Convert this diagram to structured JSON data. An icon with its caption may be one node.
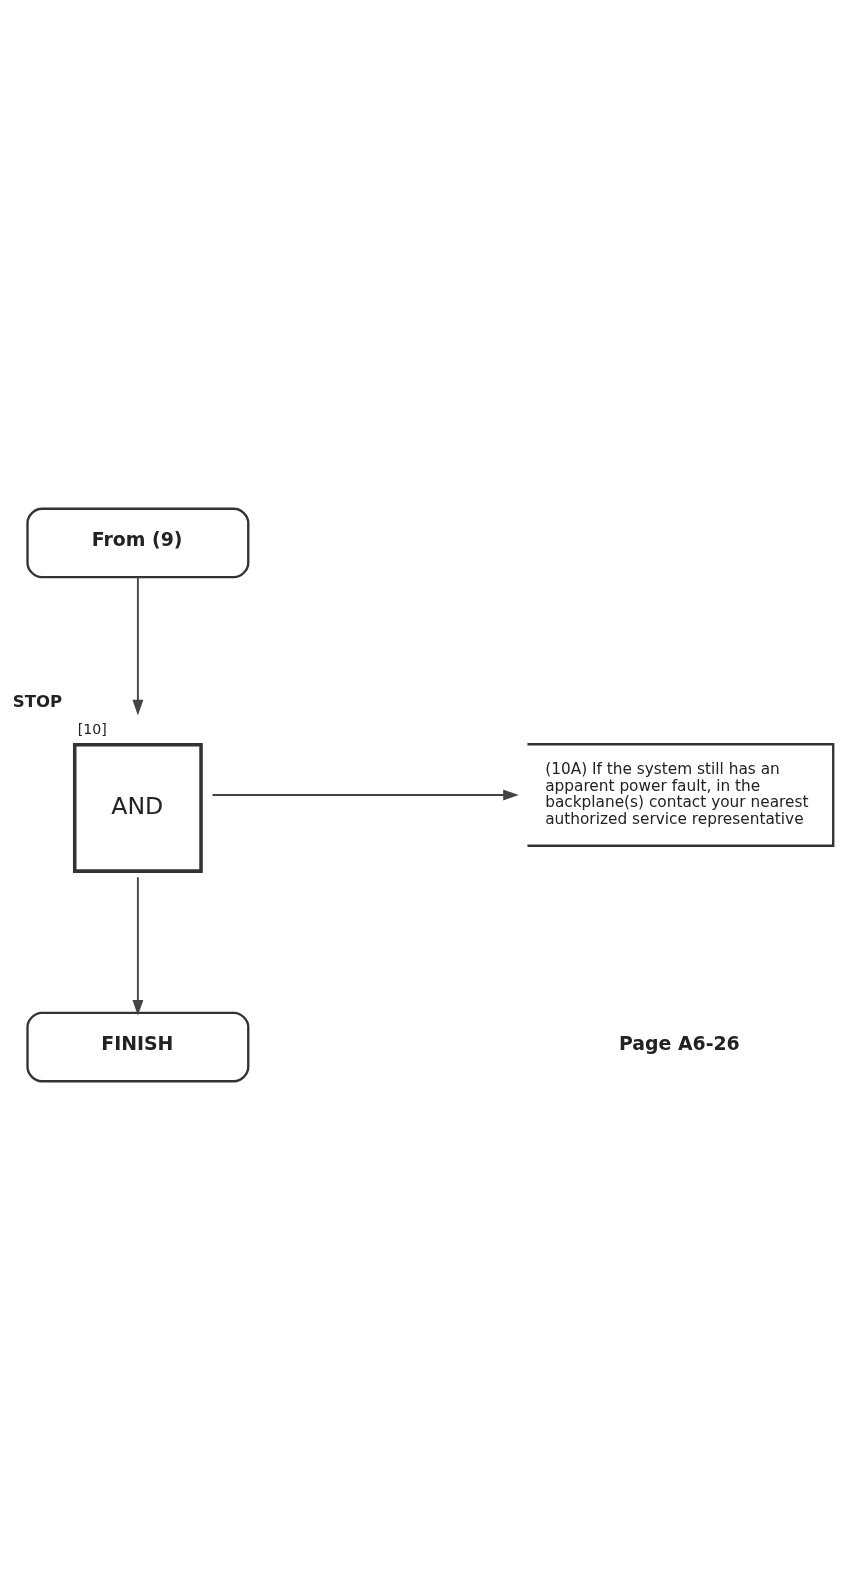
{
  "diagram": {
    "nodes": [
      {
        "text": [
          "From (9)"
        ]
      },
      {
        "text": [
          "[10]",
          "AND"
        ],
        "beside": [
          "STOP"
        ]
      },
      {
        "text": [
          "(10A) If the system still has an apparent power fault, in the backplane(s) contact your nearest authorized service representative"
        ]
      },
      {
        "text": [
          "FINISH"
        ]
      }
    ],
    "edges": [
      {
        "from": 0,
        "to": 1,
        "arrow": "to"
      },
      {
        "from": 1,
        "to": 2,
        "arrow": "to"
      },
      {
        "from": 1,
        "to": 3,
        "arrow": "to"
      }
    ],
    "labels": [
      "Page A6-26"
    ]
  }
}
